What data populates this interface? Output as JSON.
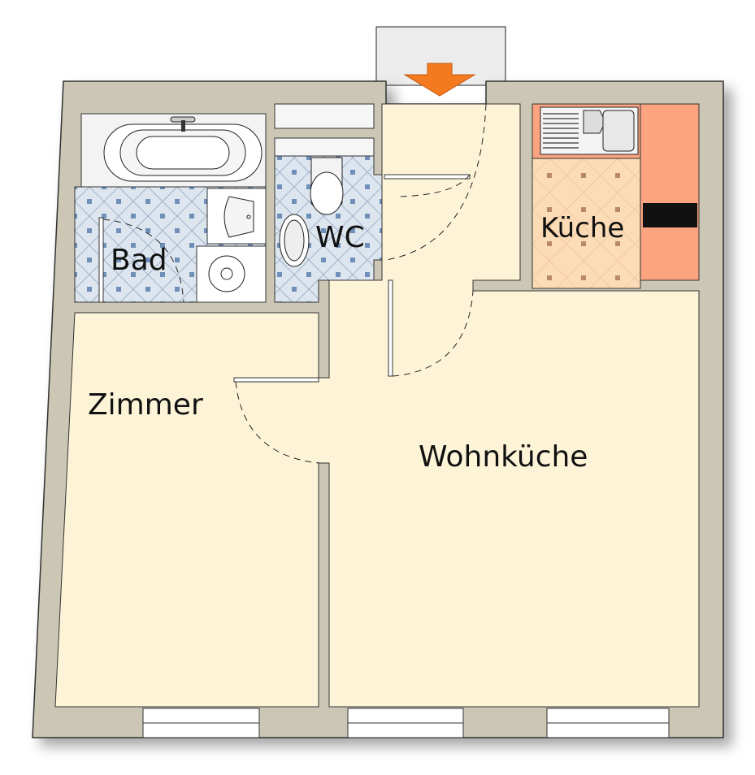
{
  "rooms": {
    "bad": "Bad",
    "wc": "WC",
    "kueche": "Küche",
    "zimmer": "Zimmer",
    "wohnkueche": "Wohnküche"
  },
  "colors": {
    "wall": "#cbc7b4",
    "floor": "#fdf4d8",
    "tile_blue": "#dde6ef",
    "tile_dot_blue": "#6f8fb8",
    "kitchen_floor": "#fbdcb6",
    "kitchen_counter": "#fba47f",
    "entrance_arrow": "#f47a20"
  }
}
